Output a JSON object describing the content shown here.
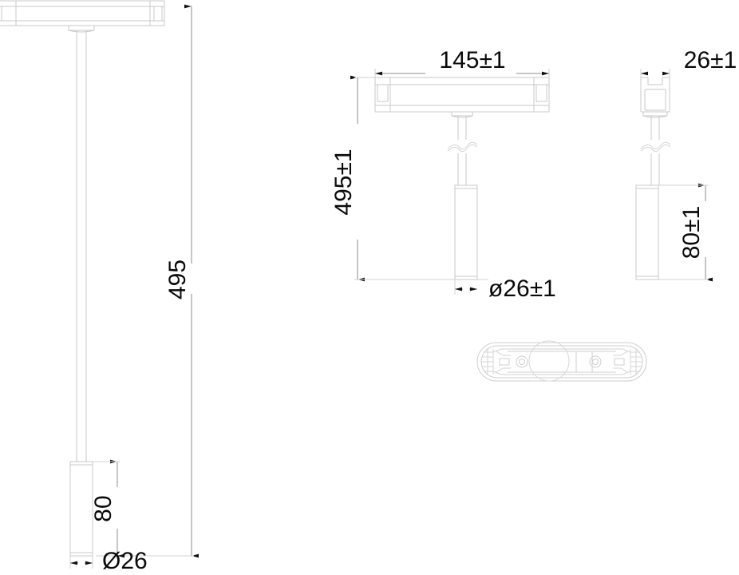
{
  "drawing": {
    "type": "technical-dimension-drawing",
    "subject": "pendant track spotlight",
    "background_color": "#ffffff",
    "line_color": "#c9c9c9",
    "dim_line_color": "#9a9a9a",
    "text_color": "#0a0a0a"
  },
  "dimensions": {
    "left_view_height": "495",
    "left_view_body_height": "80",
    "left_view_diameter": "Ø26",
    "front_view_track_width": "145±1",
    "front_view_drop": "495±1",
    "front_view_body_diameter": "ø26±1",
    "side_view_width": "26±1",
    "side_view_body_height": "80±1"
  },
  "views": {
    "left": {
      "name": "front elevation full"
    },
    "front": {
      "name": "front elevation"
    },
    "side": {
      "name": "side elevation"
    },
    "plan": {
      "name": "track mount plan view"
    }
  }
}
